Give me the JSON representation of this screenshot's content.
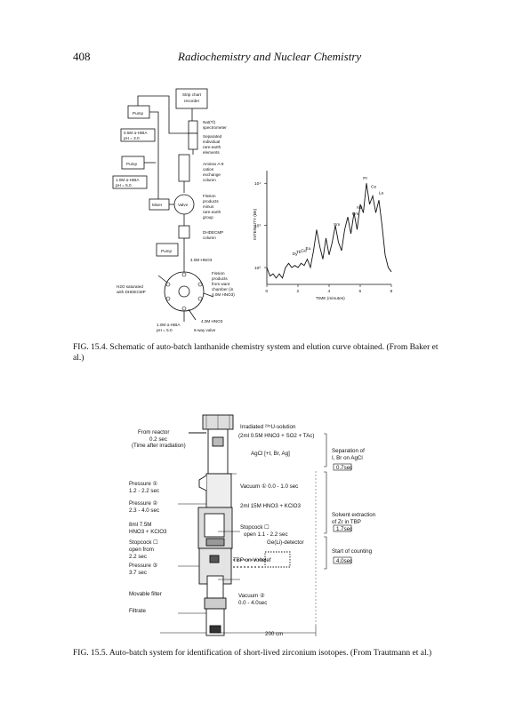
{
  "header": {
    "page_number": "408",
    "running_title": "Radiochemistry and Nuclear Chemistry"
  },
  "figure1": {
    "caption": "FIG. 15.4. Schematic of auto-batch lanthanide chemistry system and elution curve obtained. (From Baker et al.)",
    "schematic": {
      "strip_chart": "Strip chart",
      "recorder": "recorder",
      "detector": [
        "NaI(Tl)",
        "spectrometer"
      ],
      "separated": [
        "Separated",
        "individual",
        "rare-earth",
        "elements"
      ],
      "column": [
        "Aminex A-9",
        "cation",
        "exchange",
        "column"
      ],
      "fission_minus": [
        "Fission",
        "products",
        "minus",
        "rare-earth",
        "group"
      ],
      "dhdecmp": [
        "DHDECMP",
        "column"
      ],
      "pump": "Pump",
      "hiba1": [
        "0.5M α-HIBA",
        "pH = 3.0"
      ],
      "hiba2": [
        "1.0M α-HIBA",
        "pH = 5.0"
      ],
      "mixer": "Mixer",
      "valve": "Valve",
      "hno3_top": "4.0M HNO3",
      "h2o_sat": [
        "H2O saturated",
        "with DHDECMP"
      ],
      "fission_from": [
        "Fission",
        "products",
        "from want",
        "chamber (in",
        "4.0M HNO3)"
      ],
      "hno3_bottom": "4.0M HNO3",
      "hiba_bottom": [
        "1.0M α-HIBA",
        "pH = 5.0"
      ],
      "six_way": "6-way valve"
    },
    "chart_data": {
      "type": "line",
      "title": "",
      "xlabel": "TIME (minutes)",
      "ylabel": "INTENSITY (Bk)",
      "x_ticks": [
        "0",
        "2",
        "4",
        "6",
        "8"
      ],
      "y_ticks": [
        "10²",
        "10³",
        "10⁴"
      ],
      "xlim": [
        0,
        8
      ],
      "ylim_log10": [
        1.6,
        4.3
      ],
      "log_y": true,
      "annotations": [
        {
          "label": "Pr",
          "x": 6.3,
          "y_log": 4.05
        },
        {
          "label": "Ce",
          "x": 6.8,
          "y_log": 3.85
        },
        {
          "label": "La",
          "x": 7.3,
          "y_log": 3.7
        },
        {
          "label": "Nd",
          "x": 5.9,
          "y_log": 3.35
        },
        {
          "label": "Pm",
          "x": 5.6,
          "y_log": 3.2
        },
        {
          "label": "Sm",
          "x": 4.4,
          "y_log": 2.95
        },
        {
          "label": "Dy",
          "x": 1.75,
          "y_log": 2.25
        },
        {
          "label": "Tb",
          "x": 2.0,
          "y_log": 2.3
        },
        {
          "label": "Gd",
          "x": 2.3,
          "y_log": 2.33
        },
        {
          "label": "Eu",
          "x": 2.6,
          "y_log": 2.38
        }
      ],
      "series": [
        {
          "x": [
            0.0,
            0.2,
            0.4,
            0.6,
            0.8,
            1.0,
            1.2,
            1.4,
            1.6,
            1.8,
            2.0,
            2.2,
            2.4,
            2.6,
            2.8,
            3.0,
            3.2,
            3.4,
            3.6,
            3.8,
            4.0,
            4.2,
            4.4,
            4.6,
            4.8,
            5.0,
            5.2,
            5.4,
            5.6,
            5.8,
            6.0,
            6.2,
            6.4,
            6.6,
            6.8,
            7.0,
            7.2,
            7.4,
            7.6,
            7.8,
            8.0
          ],
          "y_log": [
            2.0,
            1.8,
            1.85,
            1.75,
            1.85,
            1.75,
            2.0,
            2.1,
            2.0,
            2.05,
            2.0,
            2.1,
            2.05,
            2.2,
            2.0,
            2.4,
            2.9,
            2.5,
            2.2,
            2.7,
            2.3,
            2.6,
            3.0,
            2.6,
            2.4,
            2.9,
            3.2,
            2.8,
            3.3,
            2.9,
            3.5,
            3.3,
            4.0,
            3.5,
            3.7,
            3.3,
            3.6,
            3.0,
            2.3,
            2.0,
            1.9
          ]
        }
      ]
    }
  },
  "figure2": {
    "caption": "FIG. 15.5. Auto-batch system for identification of short-lived zirconium isotopes. (From Trautmann et al.)",
    "labels": {
      "from_reactor": "From reactor",
      "time_after": [
        "0.2 sec",
        "(Time after irradiation)"
      ],
      "irradiated": "Irradiated ²³⁵U-solution",
      "irr_solution": "(2ml 0.5M HNO3 + SO2 + TAc)",
      "agcl": "AgCl [+I, Br, Ag]",
      "sep_of": [
        "Separation of",
        "I, Br on AgCl"
      ],
      "t1": "0.7sec",
      "pressure1": [
        "Pressure ①",
        "1.2 - 2.2 sec"
      ],
      "vacuum1": "Vacuum ① 0.0 - 1.0 sec",
      "pressure2": [
        "Pressure ②",
        "2.3 - 4.0 sec"
      ],
      "hno3_kclo3": "2ml 15M HNO3 + KClO3",
      "ml_75": [
        "8ml 7.5M",
        "HNO3 + KClO3"
      ],
      "stopcock_label": [
        "Stopcock ☐",
        "open 1.1 - 2.2 sec"
      ],
      "solvent": [
        "Solvent extraction",
        "of Zr in TBP"
      ],
      "t2": "1.7sec",
      "stopcock_left": [
        "Stopcock ☐",
        "open from",
        "2.2 sec"
      ],
      "gedetector": "Ge(Li)-detector",
      "tbp": "TBP on Voltalef",
      "pressure3": [
        "Pressure ③",
        "3.7 sec"
      ],
      "start_counting": "Start of counting",
      "t3": "4.0sec",
      "movable": "Movable filter",
      "vacuum2": [
        "Vacuum ②",
        "0.0 - 4.0sec"
      ],
      "filtrate": "Filtrate",
      "scale": "200 cm"
    }
  }
}
